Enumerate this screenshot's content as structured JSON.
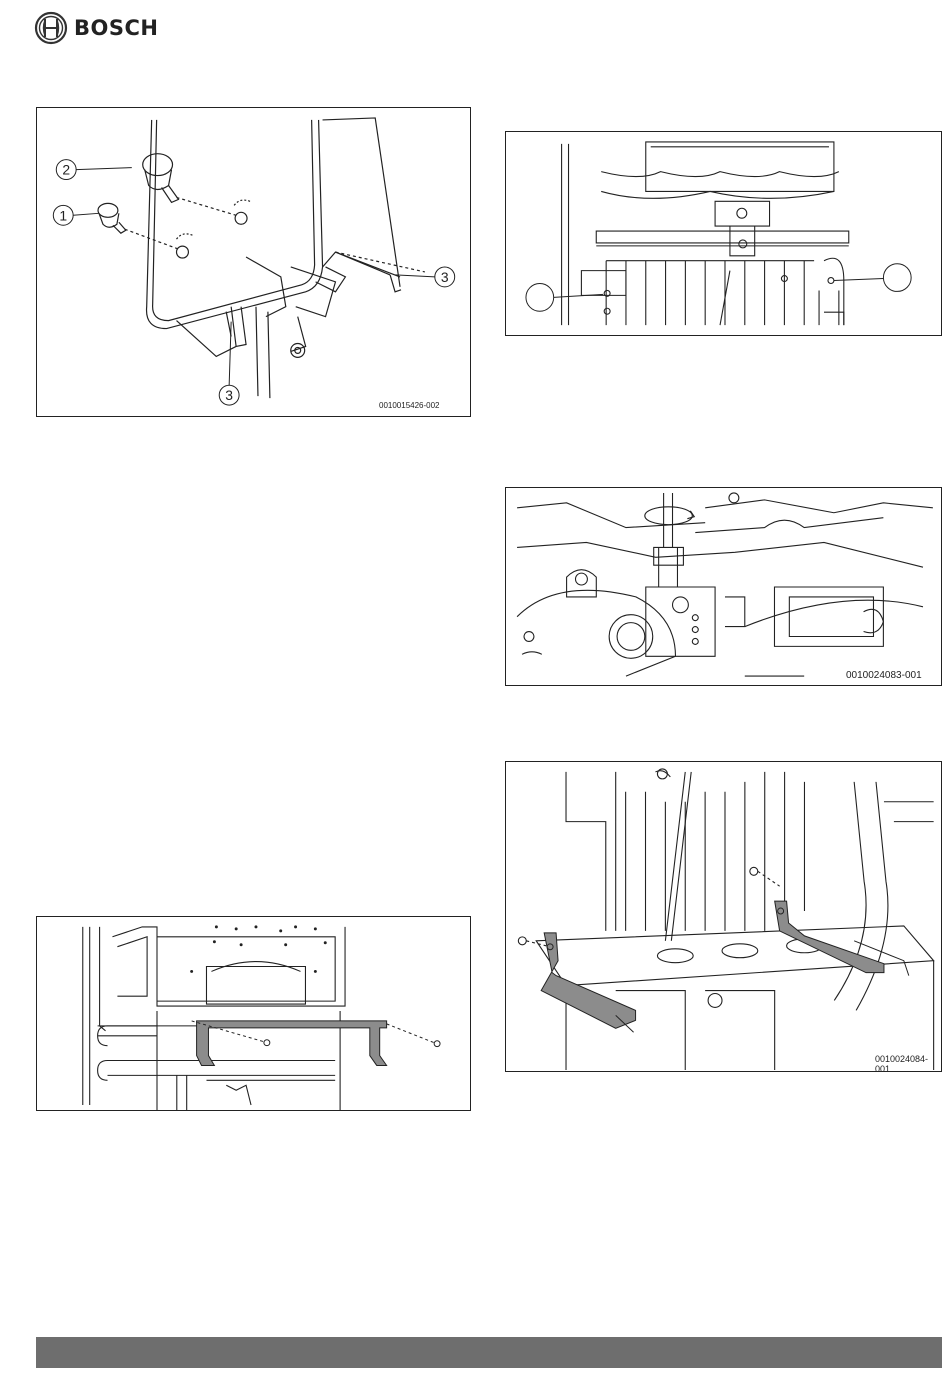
{
  "brand": {
    "name": "BOSCH",
    "logo_icon": "bosch-armature-logo-icon"
  },
  "figures": [
    {
      "id": "0010015426-002",
      "callouts": [
        "2",
        "1",
        "3",
        "3"
      ]
    },
    {
      "id": "",
      "callouts": [
        "",
        ""
      ]
    },
    {
      "id": "0010024083-001",
      "callouts": []
    },
    {
      "id": "0010024084-001",
      "callouts": []
    },
    {
      "id": "",
      "callouts": []
    }
  ],
  "colors": {
    "line": "#222222",
    "footer_bar": "#6e6e6e",
    "bracket_fill": "#8c8c8c"
  }
}
